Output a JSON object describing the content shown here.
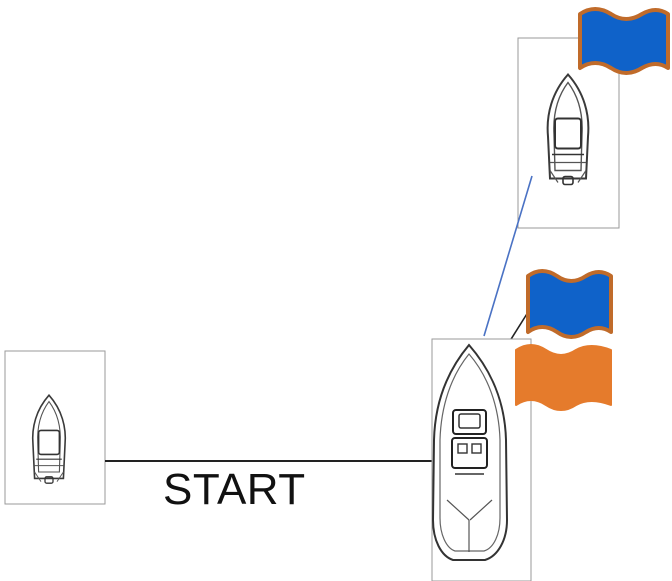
{
  "diagram": {
    "start_label": "START",
    "caption_text": "",
    "colors": {
      "blue_flag": "#0f62c9",
      "orange_flag": "#e57b2c",
      "flag_border": "#c06b2a",
      "connector_blue": "#4a72c4",
      "connector_black": "#222222",
      "box_border": "#9a9a9a"
    },
    "elements": [
      "boat-left-top-view",
      "boat-top-right-top-view",
      "main-boat-top-view",
      "blue-flag-top",
      "blue-flag-middle",
      "orange-flag",
      "start-line"
    ]
  }
}
